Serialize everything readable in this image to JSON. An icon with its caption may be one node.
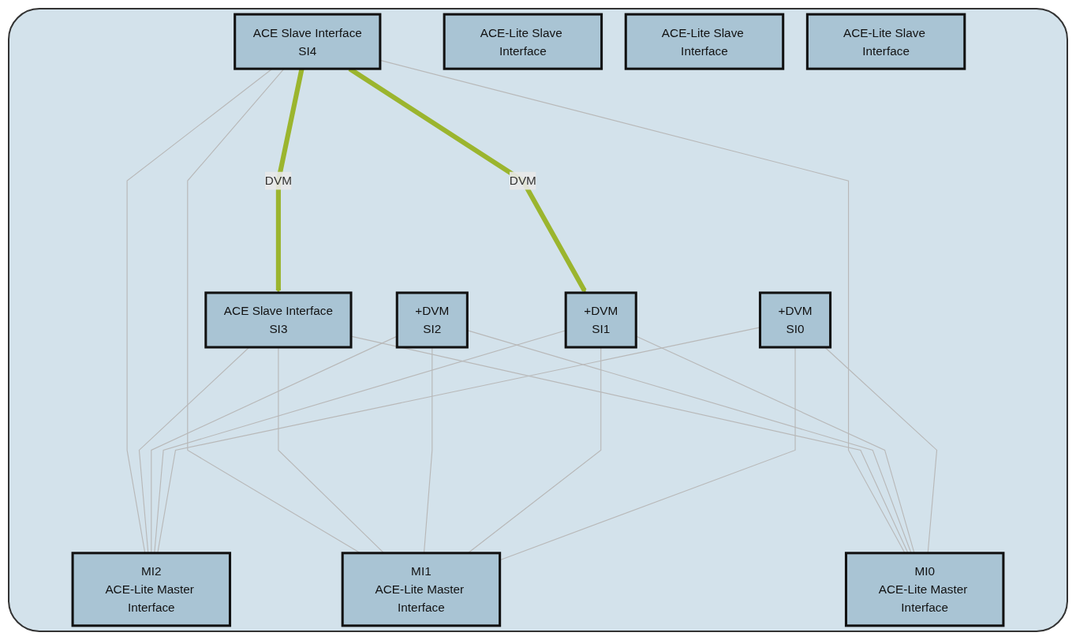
{
  "diagram": {
    "nodes": [
      {
        "text": [
          "ACE Slave Interface",
          "SI4"
        ]
      },
      {
        "text": [
          "ACE Slave Interface",
          "SI3"
        ]
      },
      {
        "text": [
          "ACE-Lite Slave Interface"
        ]
      },
      {
        "text": [
          "+DVM",
          "SI2"
        ]
      },
      {
        "text": [
          "ACE-Lite Slave Interface"
        ]
      },
      {
        "text": [
          "+DVM",
          "SI1"
        ]
      },
      {
        "text": [
          "ACE-Lite Slave Interface"
        ]
      },
      {
        "text": [
          "+DVM",
          "SI0"
        ]
      },
      {
        "text": [
          "MI2",
          "ACE-Lite Master Interface"
        ]
      },
      {
        "text": [
          "MI1",
          "ACE-Lite Master Interface"
        ]
      },
      {
        "text": [
          "MI0",
          "ACE-Lite Master Interface"
        ]
      }
    ],
    "edges": [
      {
        "from": 0,
        "to": 1,
        "arrow": "to",
        "label": "DVM",
        "style": "thick",
        "color": "#9bb52e"
      },
      {
        "from": 0,
        "to": 5,
        "arrow": "to",
        "label": "DVM",
        "style": "thick",
        "color": "#9bb52e"
      },
      {
        "from": 0,
        "to": 8,
        "arrow": "none"
      },
      {
        "from": 0,
        "to": 9,
        "arrow": "none"
      },
      {
        "from": 0,
        "to": 10,
        "arrow": "none"
      },
      {
        "from": 1,
        "to": 8,
        "arrow": "none"
      },
      {
        "from": 1,
        "to": 9,
        "arrow": "none"
      },
      {
        "from": 1,
        "to": 10,
        "arrow": "none"
      },
      {
        "from": 3,
        "to": 8,
        "arrow": "none"
      },
      {
        "from": 3,
        "to": 9,
        "arrow": "none"
      },
      {
        "from": 3,
        "to": 10,
        "arrow": "none"
      },
      {
        "from": 5,
        "to": 8,
        "arrow": "none"
      },
      {
        "from": 5,
        "to": 9,
        "arrow": "none"
      },
      {
        "from": 5,
        "to": 10,
        "arrow": "none"
      },
      {
        "from": 7,
        "to": 8,
        "arrow": "none"
      },
      {
        "from": 7,
        "to": 9,
        "arrow": "none"
      },
      {
        "from": 7,
        "to": 10,
        "arrow": "none"
      }
    ]
  }
}
